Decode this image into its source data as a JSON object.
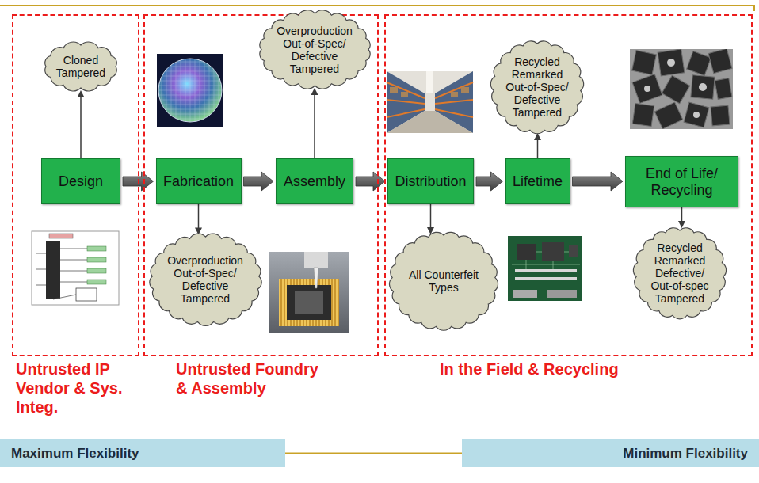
{
  "diagram": {
    "nodes": [
      {
        "text": [
          "Untrusted IP Vendor & Sys. Integ."
        ]
      },
      {
        "text": [
          "Cloned Tampered"
        ],
        "in": 0
      },
      {
        "text": [
          "Design"
        ],
        "in": 0
      },
      {
        "text": [
          "Untrusted Foundry & Assembly"
        ]
      },
      {
        "text": [
          "Overproduction Out-of-Spec/ Defective Tampered"
        ],
        "in": 3
      },
      {
        "text": [
          "Fabrication"
        ],
        "in": 3
      },
      {
        "text": [
          "Assembly"
        ],
        "in": 3
      },
      {
        "text": [
          "Overproduction Out-of-Spec/ Defective Tampered"
        ],
        "in": 3
      },
      {
        "text": [
          "In the Field & Recycling"
        ]
      },
      {
        "text": [
          "Recycled Remarked Out-of-Spec/ Defective Tampered"
        ],
        "in": 8
      },
      {
        "text": [
          "Distribution"
        ],
        "in": 8
      },
      {
        "text": [
          "Lifetime"
        ],
        "in": 8
      },
      {
        "text": [
          "End of Life/ Recycling"
        ],
        "in": 8
      },
      {
        "text": [
          "All Counterfeit Types"
        ],
        "in": 8
      },
      {
        "text": [
          "Recycled Remarked Defective/ Out-of-spec Tampered"
        ],
        "in": 8
      },
      {
        "text": [
          "Maximum Flexibility"
        ]
      },
      {
        "text": [
          "Minimum Flexibility"
        ]
      }
    ],
    "edges": [
      {
        "from": 2,
        "to": 5,
        "arrow": "to"
      },
      {
        "from": 5,
        "to": 6,
        "arrow": "to"
      },
      {
        "from": 6,
        "to": 10,
        "arrow": "to"
      },
      {
        "from": 10,
        "to": 11,
        "arrow": "to"
      },
      {
        "from": 11,
        "to": 12,
        "arrow": "to"
      },
      {
        "from": 2,
        "to": 1,
        "arrow": "to"
      },
      {
        "from": 5,
        "to": 7,
        "arrow": "to"
      },
      {
        "from": 6,
        "to": 4,
        "arrow": "to"
      },
      {
        "from": 10,
        "to": 13,
        "arrow": "to"
      },
      {
        "from": 11,
        "to": 9,
        "arrow": "to"
      },
      {
        "from": 12,
        "to": 14,
        "arrow": "to"
      },
      {
        "from": 15,
        "to": 16,
        "arrow": "none"
      }
    ]
  }
}
